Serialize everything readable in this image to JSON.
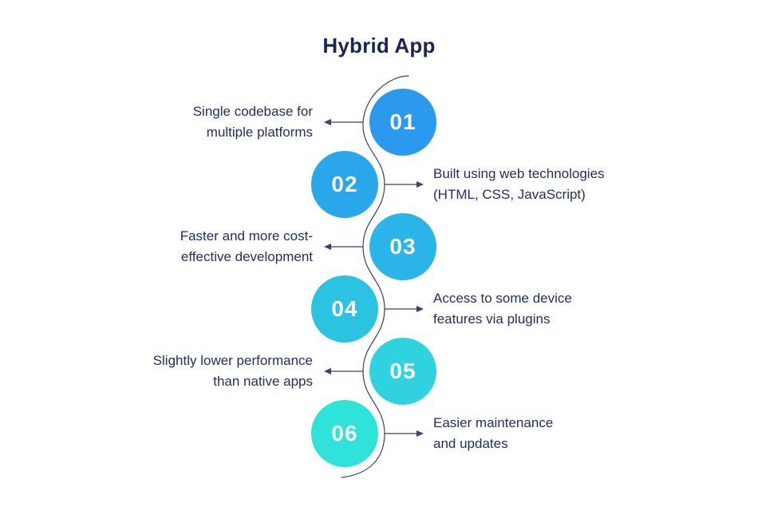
{
  "title": "Hybrid App",
  "colors": {
    "background": "#ffffff",
    "title_text": "#1b2452",
    "body_text": "#222f5e",
    "connector_line": "#36436b",
    "number_text": "#ffffff"
  },
  "items": [
    {
      "number": "01",
      "side": "left",
      "text": "Single codebase for\nmultiple platforms",
      "circle_color": "#2B9AEE"
    },
    {
      "number": "02",
      "side": "right",
      "text": "Built using web technologies\n(HTML, CSS, JavaScript)",
      "circle_color": "#2AA6EA"
    },
    {
      "number": "03",
      "side": "left",
      "text": "Faster and more cost-\neffective development",
      "circle_color": "#2AB4E7"
    },
    {
      "number": "04",
      "side": "right",
      "text": "Access to some device\nfeatures via plugins",
      "circle_color": "#2CC3E2"
    },
    {
      "number": "05",
      "side": "left",
      "text": "Slightly lower performance\nthan native apps",
      "circle_color": "#2ED3DF"
    },
    {
      "number": "06",
      "side": "right",
      "text": "Easier maintenance\nand updates",
      "circle_color": "#2FE2DA"
    }
  ]
}
